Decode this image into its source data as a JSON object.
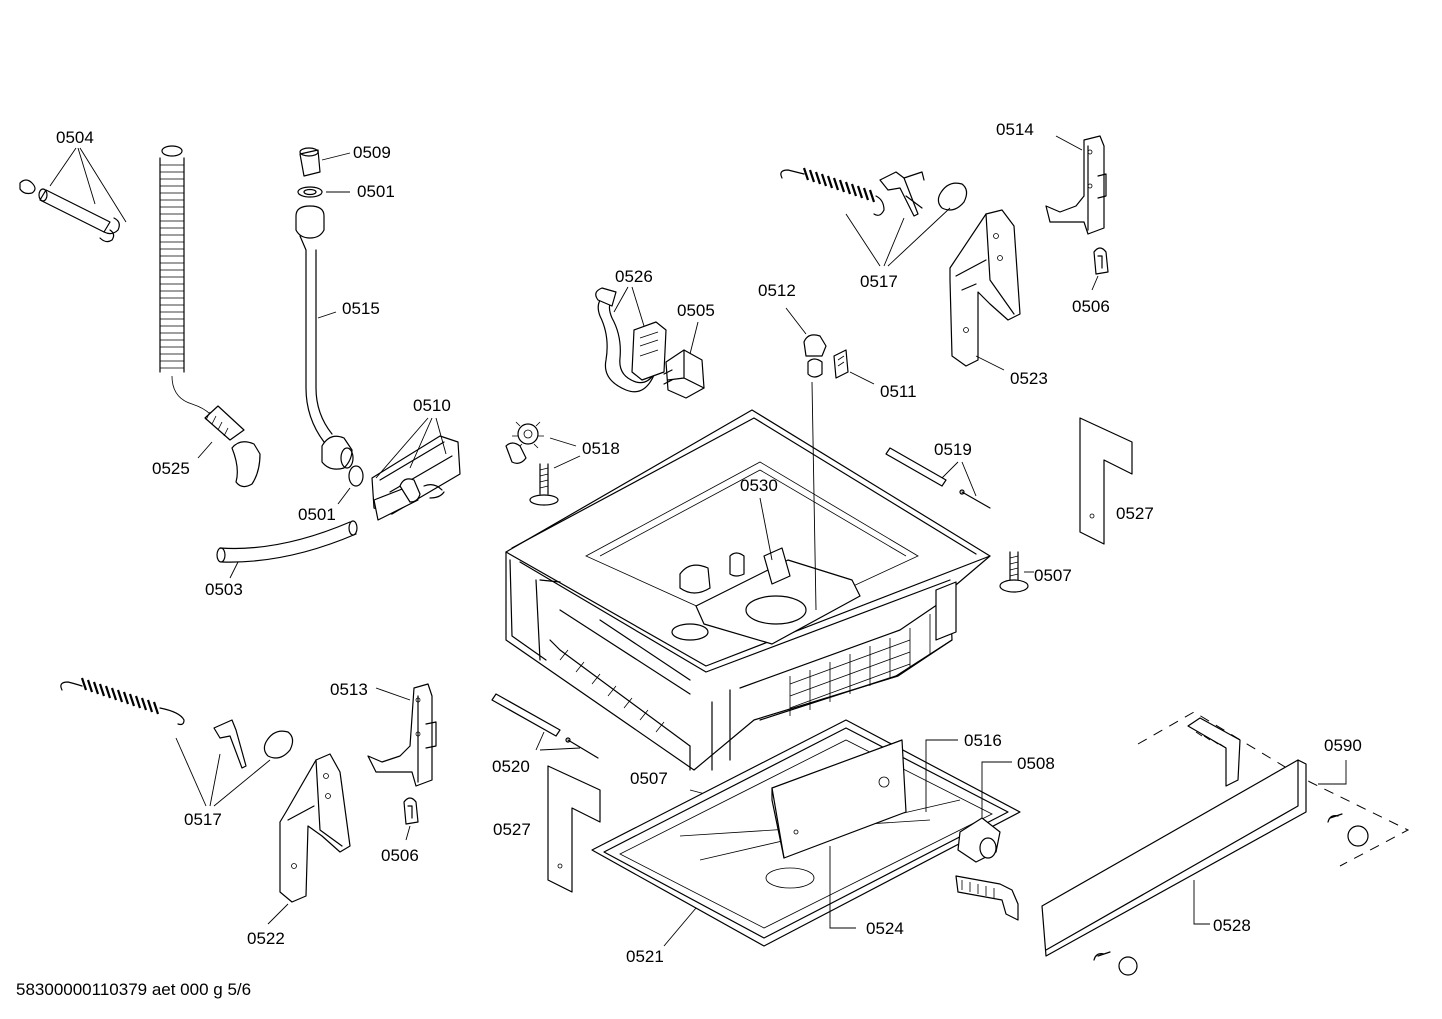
{
  "document_id": "58300000110379 aet 000 g 5/6",
  "callouts": {
    "c0504": "0504",
    "c0509": "0509",
    "c0501a": "0501",
    "c0515": "0515",
    "c0510": "0510",
    "c0525": "0525",
    "c0501b": "0501",
    "c0503": "0503",
    "c0526": "0526",
    "c0505": "0505",
    "c0512": "0512",
    "c0511": "0511",
    "c0517a": "0517",
    "c0514": "0514",
    "c0506a": "0506",
    "c0523": "0523",
    "c0518": "0518",
    "c0519": "0519",
    "c0530": "0530",
    "c0527a": "0527",
    "c0507a": "0507",
    "c0513": "0513",
    "c0517b": "0517",
    "c0506b": "0506",
    "c0522": "0522",
    "c0520": "0520",
    "c0507b": "0507",
    "c0527b": "0527",
    "c0516": "0516",
    "c0508": "0508",
    "c0590": "0590",
    "c0524": "0524",
    "c0521": "0521",
    "c0528": "0528"
  }
}
